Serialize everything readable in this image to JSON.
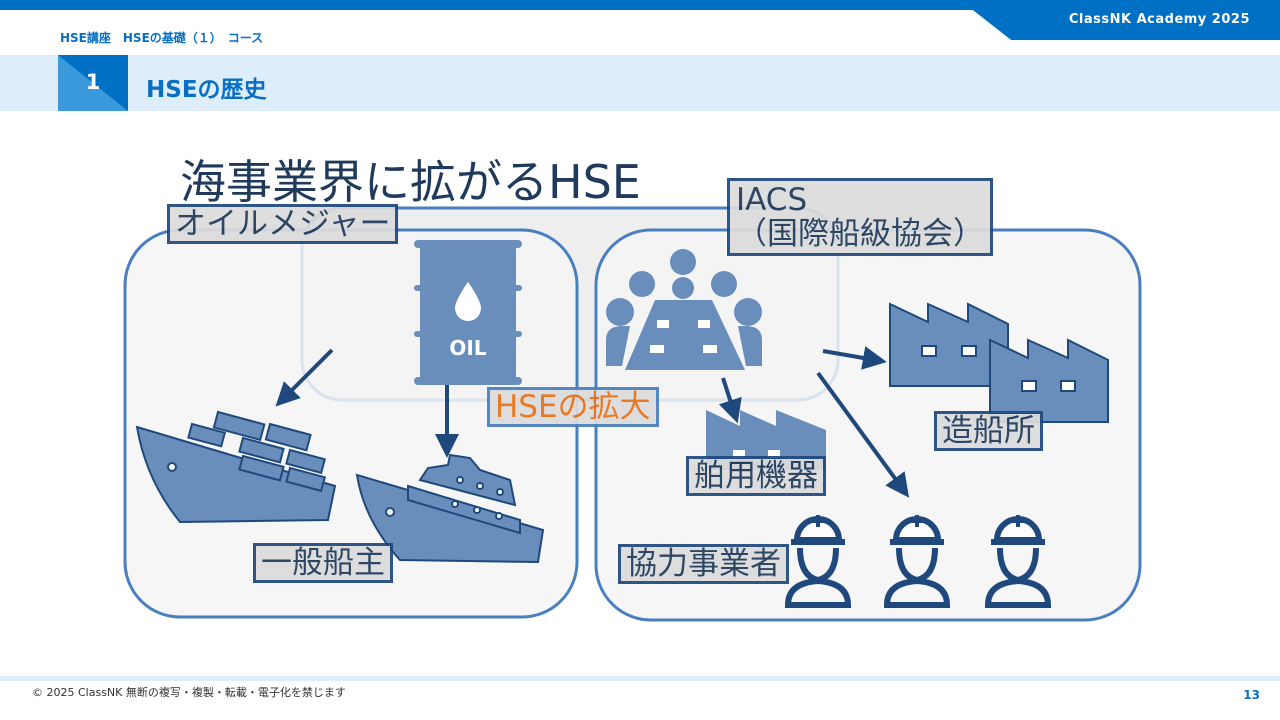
{
  "header": {
    "brand": "ClassNK Academy 2025",
    "course_title": "HSE講座　HSEの基礎（１）　コース",
    "section_number": "1",
    "section_title": "HSEの歴史"
  },
  "slide": {
    "title": "海事業界に拡がるHSE",
    "labels": {
      "oil_majors": "オイルメジャー",
      "iacs_line1": "IACS",
      "iacs_line2": "（国際船級協会）",
      "hse_expansion": "HSEの拡大",
      "shipowners": "一般船主",
      "marine_equipment": "舶用機器",
      "shipyards": "造船所",
      "contractors": "協力事業者"
    },
    "oil_barrel_text": "OIL",
    "icons": [
      "oil-barrel-icon",
      "meeting-table-icon",
      "container-ship-icon",
      "cruise-ship-icon",
      "factory-icon",
      "worker-helmet-icon"
    ],
    "colors": {
      "accent": "#0070c5",
      "icon_fill": "#6a8ebc",
      "icon_stroke": "#1f497d",
      "frame": "#4a7fbf",
      "highlight_text": "#e87116"
    }
  },
  "footer": {
    "copyright": "© 2025 ClassNK  無断の複写・複製・転載・電子化を禁じます",
    "page_number": "13"
  }
}
